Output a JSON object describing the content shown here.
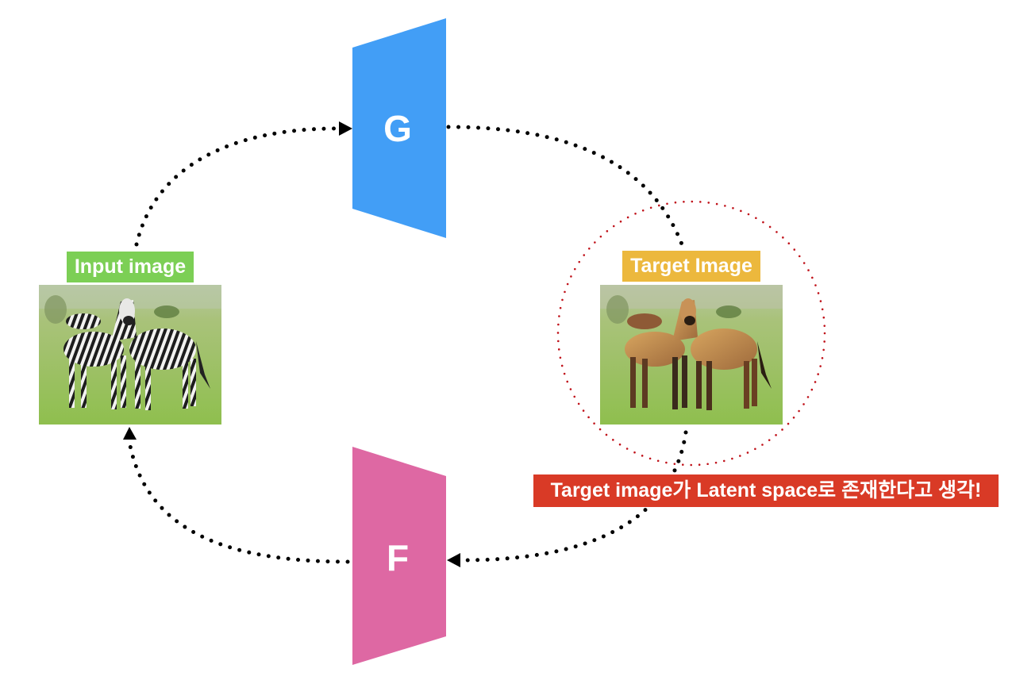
{
  "diagram": {
    "nodes": {
      "generator_g": {
        "letter": "G",
        "color": "#429ef6"
      },
      "generator_f": {
        "letter": "F",
        "color": "#de68a3"
      }
    },
    "input": {
      "label": "Input image",
      "label_color": "#7ccf55",
      "image_description": "Two zebras standing in a grassy field"
    },
    "target": {
      "label": "Target Image",
      "label_color": "#ecb83d",
      "image_description": "Two zebras translated into horses standing in a grassy field"
    },
    "annotation": {
      "text": "Target image가 Latent space로 존재한다고 생각!",
      "color": "#d93a26"
    },
    "highlight_circle_color": "#c0121a",
    "edges": [
      {
        "from": "Input image",
        "to": "G",
        "style": "dotted",
        "arrow": true
      },
      {
        "from": "G",
        "to": "Target Image",
        "style": "dotted",
        "arrow": false
      },
      {
        "from": "Target Image",
        "to": "F",
        "style": "dotted",
        "arrow": true
      },
      {
        "from": "F",
        "to": "Input image",
        "style": "dotted",
        "arrow": true
      }
    ]
  }
}
